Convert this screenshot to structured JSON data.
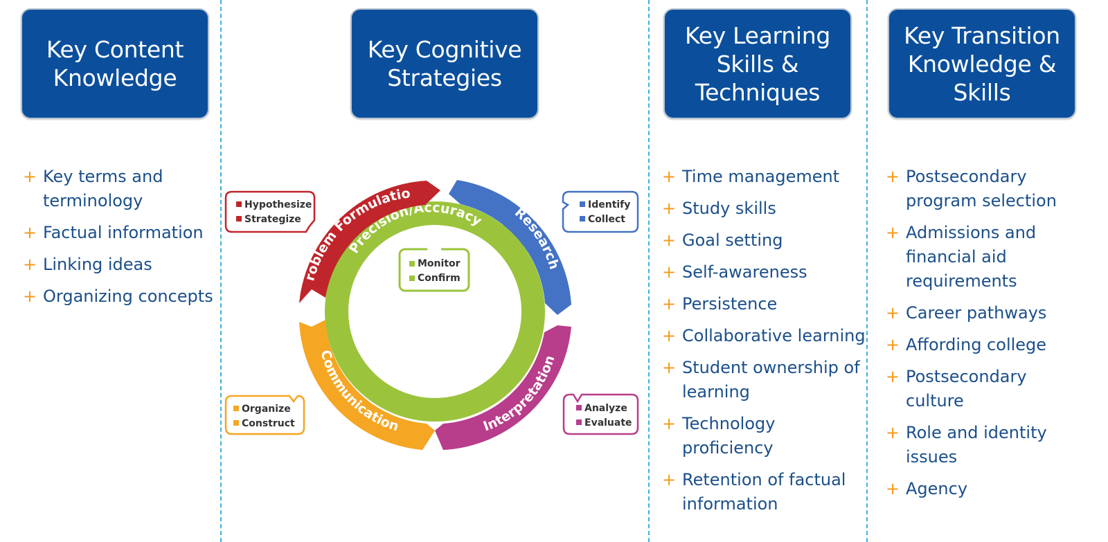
{
  "columns": [
    {
      "title": "Key Content\nKnowledge",
      "items": [
        "Key terms and\nterminology",
        "Factual information",
        "Linking ideas",
        "Organizing concepts"
      ]
    },
    {
      "title": "Key Cognitive\nStrategies",
      "items": []
    },
    {
      "title": "Key Learning\nSkills &\nTechniques",
      "items": [
        "Time management",
        "Study skills",
        "Goal setting",
        "Self-awareness",
        "Persistence",
        "Collaborative learning",
        "Student ownership of\nlearning",
        "Technology proficiency",
        "Retention of factual\ninformation"
      ]
    },
    {
      "title": "Key Transition\nKnowledge &\nSkills",
      "items": [
        "Postsecondary\nprogram selection",
        "Admissions and\nfinancial aid\nrequirements",
        "Career pathways",
        "Affording college",
        "Postsecondary\nculture",
        "Role and identity\nissues",
        "Agency"
      ]
    }
  ],
  "cycle": {
    "center_label": "Precision/Accuracy",
    "center_items": [
      "Monitor",
      "Confirm"
    ],
    "segments": [
      {
        "label": "Problem Formulation",
        "color": "#c0252b",
        "items": [
          "Hypothesize",
          "Strategize"
        ]
      },
      {
        "label": "Research",
        "color": "#4472c4",
        "items": [
          "Identify",
          "Collect"
        ]
      },
      {
        "label": "Interpretation",
        "color": "#b83d8a",
        "items": [
          "Analyze",
          "Evaluate"
        ]
      },
      {
        "label": "Communication",
        "color": "#f5a623",
        "items": [
          "Organize",
          "Construct"
        ]
      }
    ],
    "ring_color": "#9bc43c"
  },
  "colors": {
    "header_bg": "#0b4f9c",
    "text": "#1b4f8a",
    "bullet": "#f39a1f",
    "divider": "#3fb0e0"
  }
}
